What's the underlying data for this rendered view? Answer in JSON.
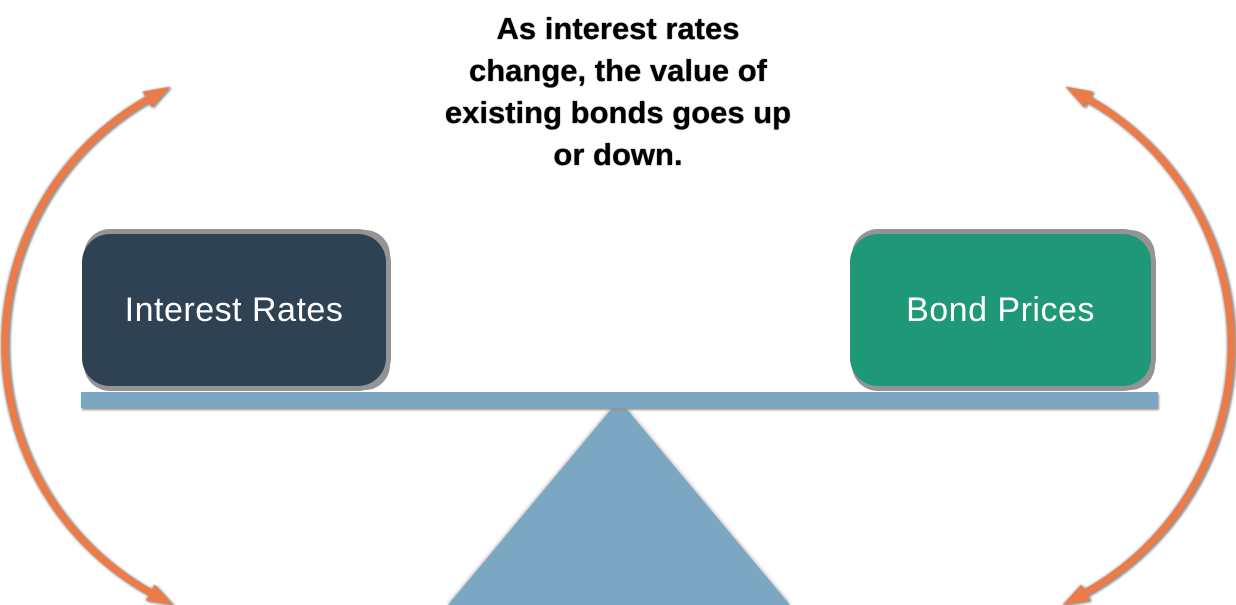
{
  "caption": {
    "full_text": "As interest rates change, the value of existing bonds goes up or down.",
    "lines": [
      "As interest rates",
      "change, the value of",
      "existing bonds goes up",
      "or down."
    ]
  },
  "seesaw": {
    "left_box": {
      "label": "Interest Rates"
    },
    "right_box": {
      "label": "Bond Prices"
    },
    "beam": "seesaw-beam",
    "fulcrum": "seesaw-fulcrum-triangle"
  },
  "arrows": {
    "left_icon": "curved-double-headed-arrow-left",
    "right_icon": "curved-double-headed-arrow-right"
  },
  "colors": {
    "background": "#FFFFFF",
    "caption_text": "#000000",
    "left_box": "#2F4254",
    "right_box": "#1F9878",
    "beam": "#7BA7C2",
    "arrow": "#ED7B48",
    "shadow": "#949494",
    "box_text": "#FFFFFF"
  }
}
